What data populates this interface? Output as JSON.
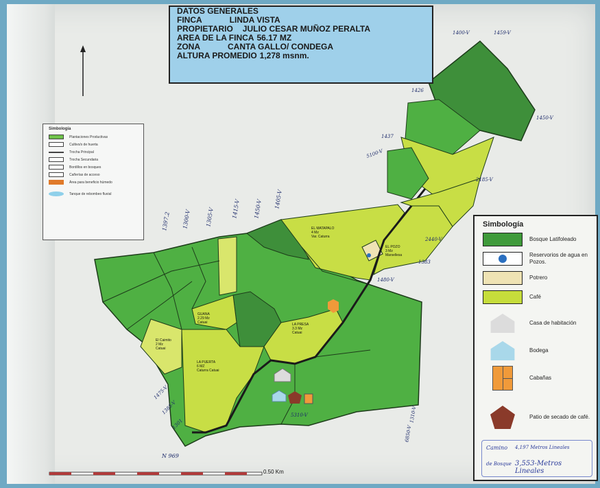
{
  "header": {
    "title": "DATOS GENERALES",
    "rows": [
      {
        "key": "FINCA",
        "value": "LINDA VISTA"
      },
      {
        "key": "PROPIETARIO",
        "value": "JULIO CESAR MUÑOZ PERALTA"
      },
      {
        "key": "AREA DE LA FINCA",
        "value": "56.17 MZ"
      },
      {
        "key": "ZONA",
        "value": "CANTA GALLO/ CONDEGA"
      },
      {
        "key": "ALTURA PROMEDIO",
        "value": "1,278 msnm."
      }
    ]
  },
  "legend_small": {
    "title": "Simbología",
    "items": [
      {
        "label": "Plantaciones Productivas",
        "color": "#6fc24a"
      },
      {
        "label": "Cultivo/s de huerta",
        "color": "#ffffff"
      },
      {
        "label": "Trocha Principal",
        "color": "#333333"
      },
      {
        "label": "Trocha Secundaria",
        "color": "#ffffff"
      },
      {
        "label": "Bordillos en bosques",
        "color": "#ffffff"
      },
      {
        "label": "Cañerías de acceso",
        "color": "#ffffff"
      },
      {
        "label": "Área para beneficio húmedo",
        "color": "#e07a2a"
      },
      {
        "label": "Tanque de rebombeo fluvial",
        "color": "#8fd0ea"
      }
    ]
  },
  "legend_big": {
    "title": "Simbología",
    "items": [
      {
        "label": "Bosque Latifoleado",
        "color": "#3f9a3a"
      },
      {
        "label": "Reservorios de agua en Pozos.",
        "color": "#ffffff"
      },
      {
        "label": "Potrero",
        "color": "#efe3b4"
      },
      {
        "label": "Café",
        "color": "#c6dd3b"
      },
      {
        "label": "Casa de habitación",
        "color": "#dcdcdc"
      },
      {
        "label": "Bodega",
        "color": "#a9d8ea"
      },
      {
        "label": "Cabañas",
        "color": "#f09a3a"
      },
      {
        "label": "Patio de secado de café.",
        "color": "#8a3a2a"
      }
    ],
    "handwritten": [
      "Camino",
      "4,197 Metros Lineales",
      "de Bosque",
      "3,553-Metros Lineales"
    ]
  },
  "plots": [
    {
      "name": "EL MATAPALO",
      "area": "4 Mz",
      "crop": "Var. Caturra"
    },
    {
      "name": "EL POZO",
      "area": "3 Mz",
      "crop": "Marsellesa"
    },
    {
      "name": "GUANA",
      "area": "2.29 Mz",
      "crop": "Catuai"
    },
    {
      "name": "LA PRESA",
      "area": "3.3 Mz",
      "crop": "Catuai"
    },
    {
      "name": "LA PUERTA",
      "area": "6 MZ",
      "crop": "Caturra Catuai"
    },
    {
      "name": "El Caimito",
      "area": "2 Mz",
      "crop": "Catuai"
    }
  ],
  "scale": {
    "label": "0.50 Km"
  },
  "colors": {
    "forest_dark": "#3e8f3a",
    "forest": "#4fb043",
    "cafe": "#c8de45",
    "cafe_light": "#d9e66c"
  },
  "hand_numbers": [
    "1397.2",
    "1300-V",
    "1305-V",
    "1415-V",
    "1450-V",
    "1405-V",
    "1400-V",
    "1459-V",
    "1426",
    "1437",
    "1450-V",
    "2185-V",
    "5100-V",
    "2440-V",
    "1383",
    "1480-V",
    "5310-V",
    "1310-V",
    "6850-V",
    "1301",
    "1385-V",
    "1475-V",
    "N 969"
  ]
}
